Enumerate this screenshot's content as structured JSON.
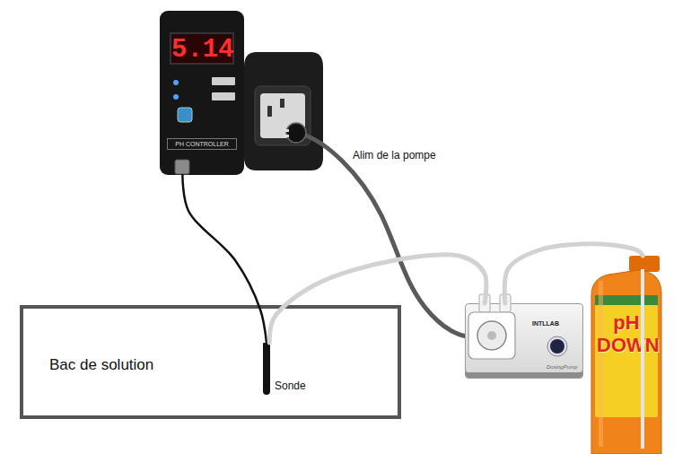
{
  "diagram": {
    "nodes": [
      {
        "text": [
          "5.14",
          "PH CONTROLLER"
        ]
      },
      {
        "text": [
          "Bac de solution"
        ]
      },
      {
        "text": [
          "Sonde"
        ],
        "in": 1
      },
      {
        "text": [
          "INTLLAB",
          "DosingPump"
        ]
      },
      {
        "text": [
          "pH DOWN"
        ]
      }
    ],
    "edges": [
      {
        "from": 0,
        "to": 2,
        "arrow": "none"
      },
      {
        "from": 3,
        "to": 2,
        "arrow": "none"
      },
      {
        "from": 4,
        "to": 3,
        "arrow": "none"
      }
    ],
    "labels": [
      "Alim de la pompe"
    ]
  }
}
